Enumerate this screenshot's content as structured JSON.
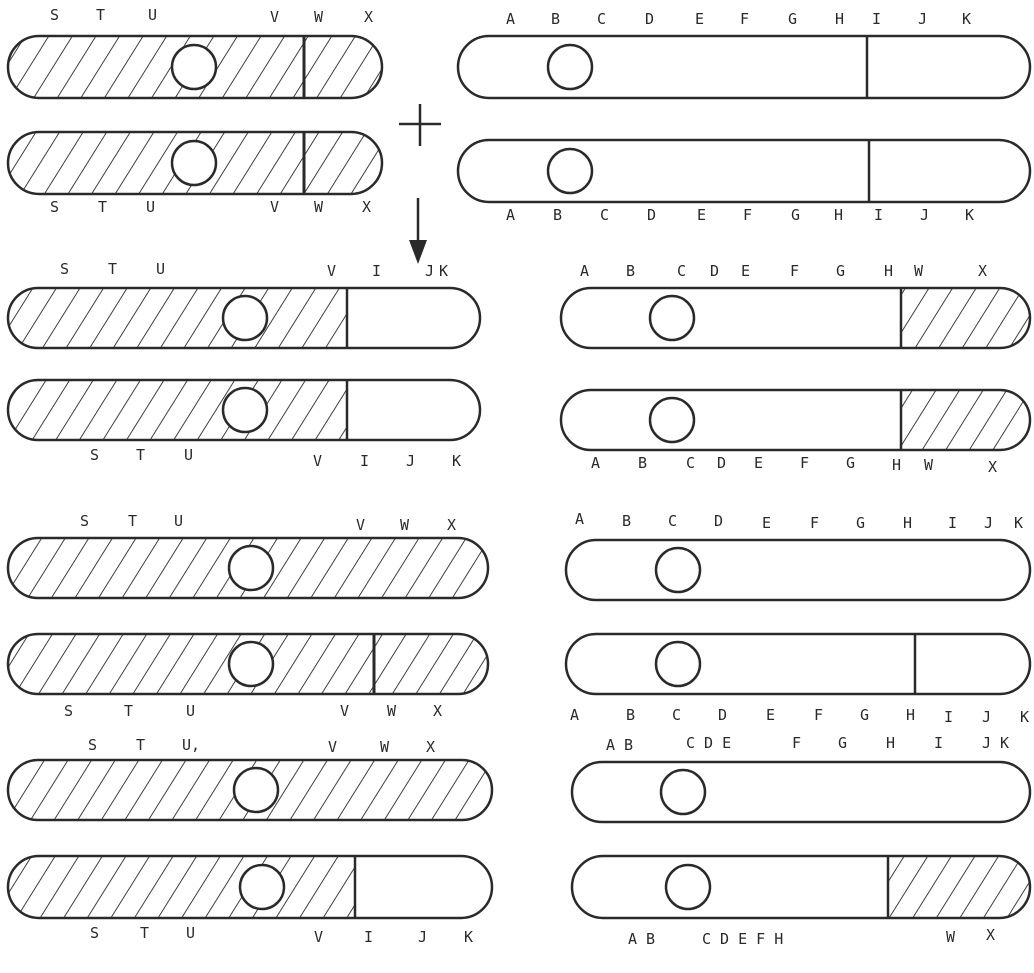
{
  "labels": {
    "A": "A",
    "B": "B",
    "C": "C",
    "D": "D",
    "E": "E",
    "F": "F",
    "G": "G",
    "H": "H",
    "I": "I",
    "J": "J",
    "K": "K",
    "S": "S",
    "T": "T",
    "U": "U",
    "V": "V",
    "W": "W",
    "X": "X",
    "row4_right_bottom_AB": "A B",
    "row4_right_bottom_CDEFH": "C D E F H",
    "row4_right_top_AB": "A B",
    "row4_right_top_CDE": "C D E",
    "row4_right_top_JK": "J K",
    "row4_left_top_U": "U,"
  },
  "colors": {
    "ink": "#2a2a2a",
    "background": "#ffffff"
  },
  "structure": {
    "parents": "2 hatched chromosomes + 2 open chromosomes",
    "offspring_groups": 3
  }
}
